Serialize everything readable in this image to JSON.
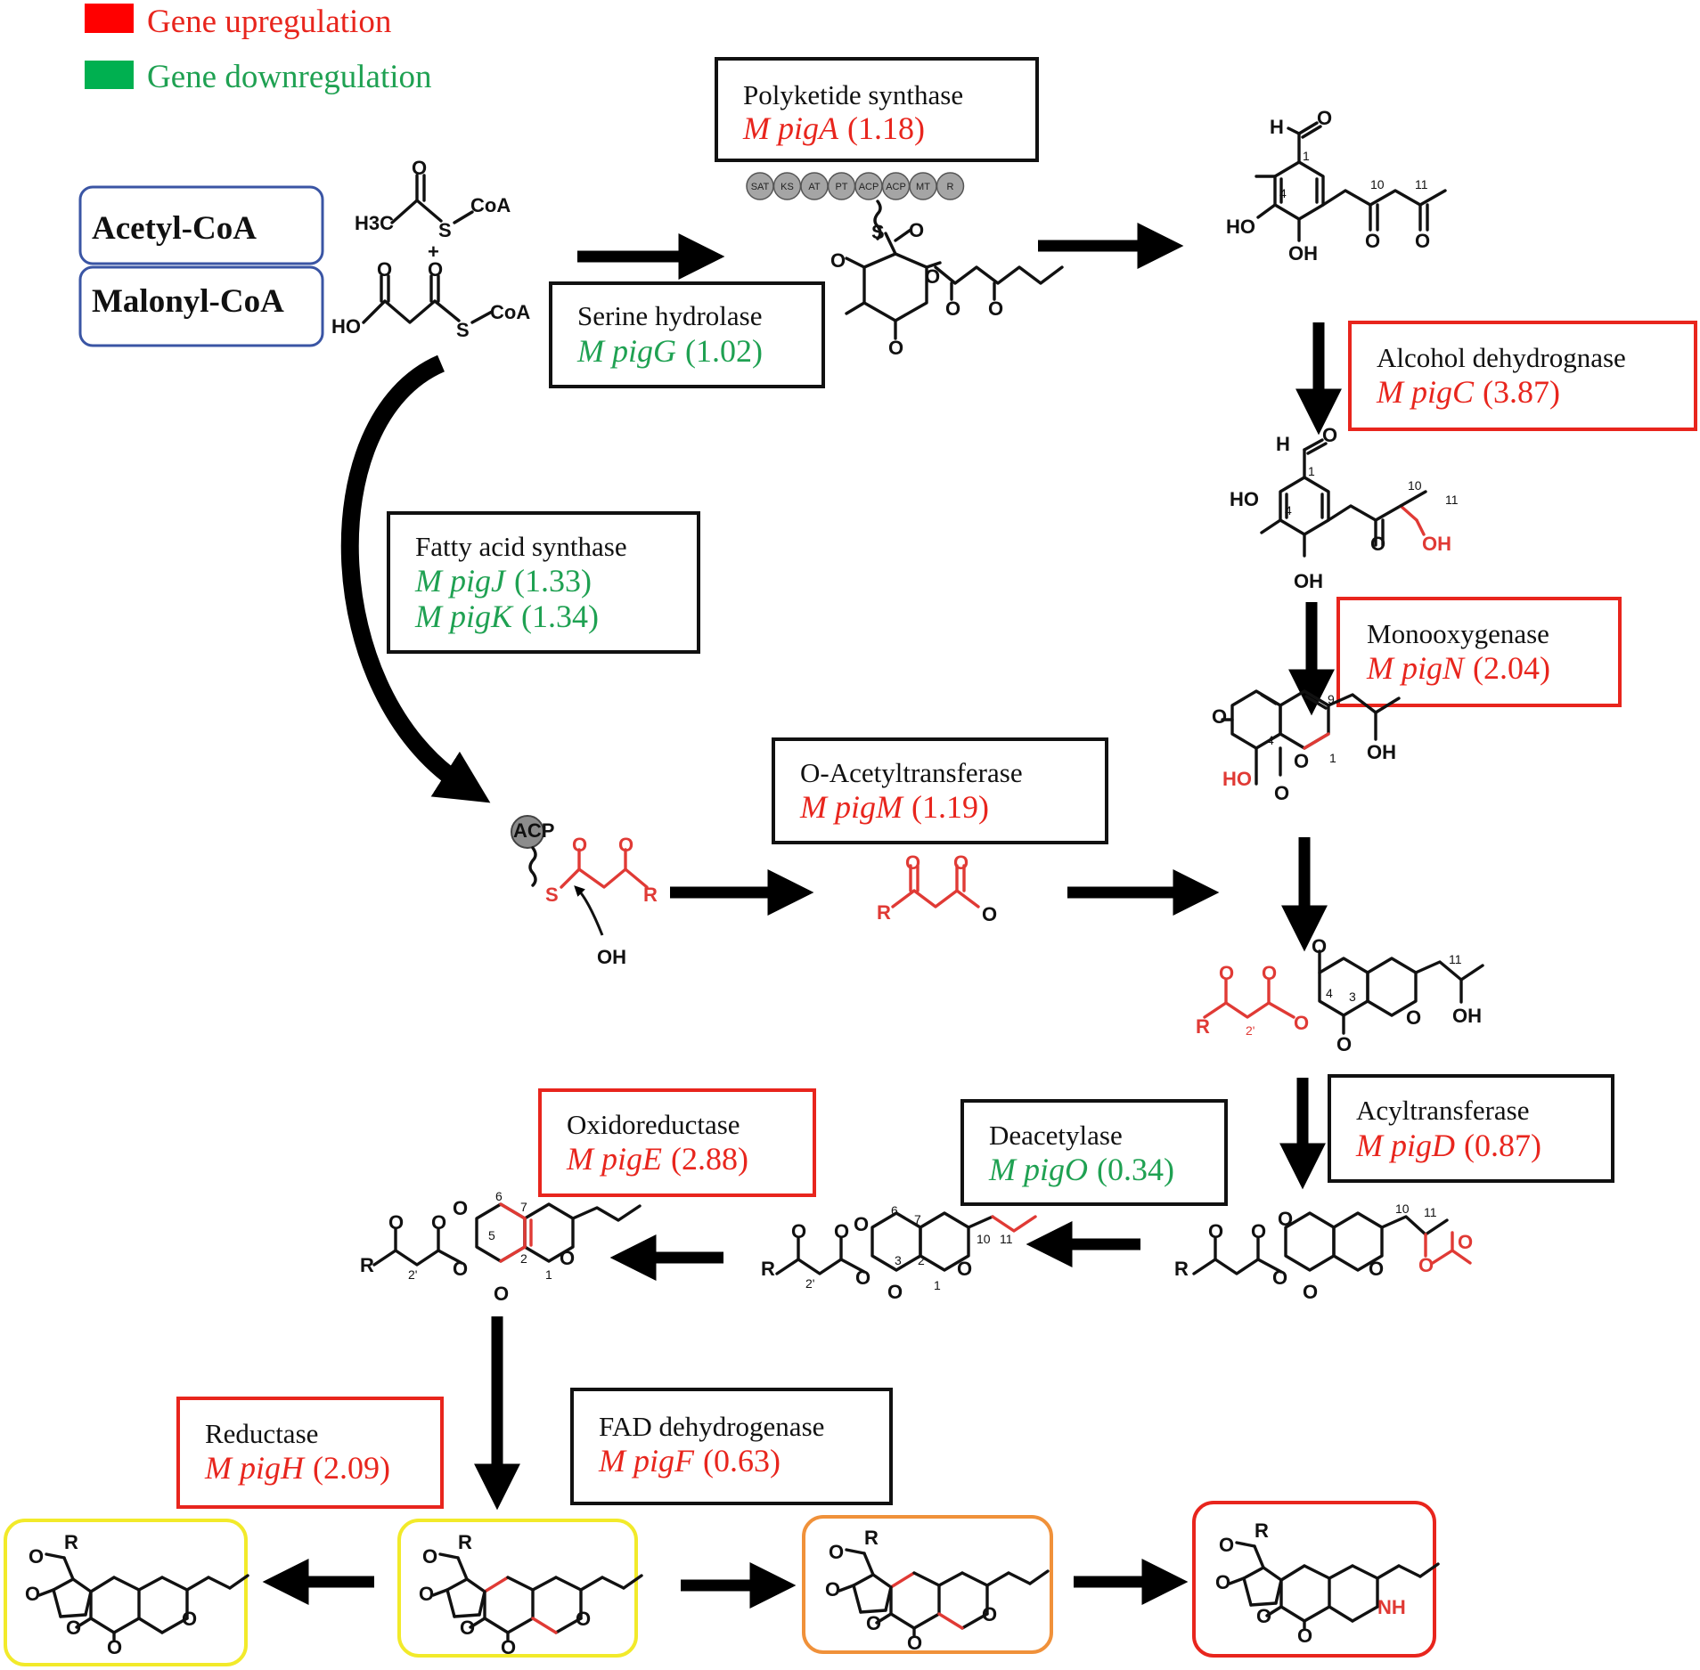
{
  "legend": {
    "up": {
      "label": "Gene upregulation",
      "color": "#ff0000"
    },
    "down": {
      "label": "Gene downregulation",
      "color": "#00b050"
    }
  },
  "substrates": {
    "acetyl": "Acetyl-CoA",
    "malonyl": "Malonyl-CoA"
  },
  "enzymes": {
    "pks": {
      "name": "Polyketide synthase",
      "genes": [
        {
          "gene": "M pigA",
          "value": "(1.18)",
          "reg": "up"
        }
      ]
    },
    "serine": {
      "name": "Serine hydrolase",
      "genes": [
        {
          "gene": "M pigG",
          "value": "(1.02)",
          "reg": "down"
        }
      ]
    },
    "fas": {
      "name": "Fatty acid synthase",
      "genes": [
        {
          "gene": "M pigJ",
          "value": "(1.33)",
          "reg": "down"
        },
        {
          "gene": "M pigK",
          "value": "(1.34)",
          "reg": "down"
        }
      ]
    },
    "alcohol": {
      "name": "Alcohol dehydrognase",
      "genes": [
        {
          "gene": "M pigC",
          "value": "(3.87)",
          "reg": "up"
        }
      ]
    },
    "mono": {
      "name": "Monooxygenase",
      "genes": [
        {
          "gene": "M pigN",
          "value": "(2.04)",
          "reg": "up"
        }
      ]
    },
    "oacetyl": {
      "name": "O-Acetyltransferase",
      "genes": [
        {
          "gene": "M pigM",
          "value": "(1.19)",
          "reg": "up"
        }
      ]
    },
    "acyl": {
      "name": "Acyltransferase",
      "genes": [
        {
          "gene": "M pigD",
          "value": "(0.87)",
          "reg": "up"
        }
      ]
    },
    "deacetyl": {
      "name": "Deacetylase",
      "genes": [
        {
          "gene": "M pigO",
          "value": "(0.34)",
          "reg": "down"
        }
      ]
    },
    "oxido": {
      "name": "Oxidoreductase",
      "genes": [
        {
          "gene": "M pigE",
          "value": "(2.88)",
          "reg": "up"
        }
      ]
    },
    "reductase": {
      "name": "Reductase",
      "genes": [
        {
          "gene": "M pigH",
          "value": "(2.09)",
          "reg": "up"
        }
      ]
    },
    "fad": {
      "name": "FAD dehydrogenase",
      "genes": [
        {
          "gene": "M pigF",
          "value": "(0.63)",
          "reg": "up"
        }
      ]
    }
  },
  "pks_domains": [
    "SAT",
    "KS",
    "AT",
    "PT",
    "ACP",
    "ACP",
    "MT",
    "R"
  ],
  "atoms": {
    "H3C": "H3C",
    "S": "S",
    "CoA": "CoA",
    "O": "O",
    "HO": "HO",
    "OH": "OH",
    "H": "H",
    "R": "R",
    "NH": "NH",
    "ACP": "ACP",
    "plus": "+"
  },
  "colors": {
    "box_red": "#e8251d",
    "box_black": "#111111",
    "box_blue": "#3a55a4",
    "final_yellow": "#f2ea2a",
    "final_orange": "#f0913a",
    "final_red": "#e8251d",
    "highlight_red": "#e03a35"
  }
}
